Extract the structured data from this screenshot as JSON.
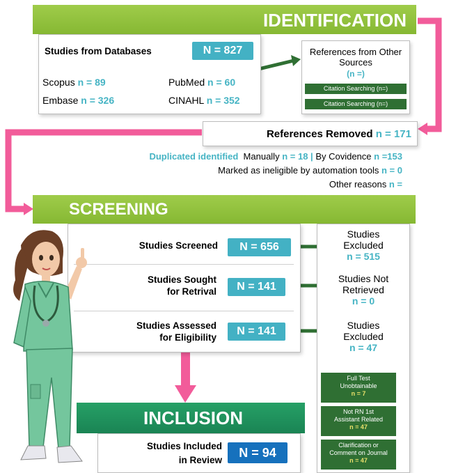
{
  "identification": {
    "title": "IDENTIFICATION",
    "databases": {
      "label": "Studies from Databases",
      "n": "N = 827",
      "scopus_label": "Scopus",
      "scopus_n": "n = 89",
      "pubmed_label": "PubMed",
      "pubmed_n": "n = 60",
      "embase_label": "Embase",
      "embase_n": "n = 326",
      "cinahl_label": "CINAHL",
      "cinahl_n": "n = 352"
    },
    "other_sources": {
      "label": "References from Other Sources",
      "n": "(n =)",
      "tag1": "Citation Searching (n=)",
      "tag2": "Citation Searching (n=)"
    },
    "removed": {
      "label": "References Removed",
      "n": "n = 171"
    },
    "duplicates": {
      "label": "Duplicated identified",
      "manually": "Manually",
      "manually_n": "n = 18",
      "sep": "|",
      "covidence": "By Covidence",
      "covidence_n": "n =153",
      "automation": "Marked as ineligible by automation tools",
      "automation_n": "n = 0",
      "other": "Other reasons",
      "other_n": "n ="
    }
  },
  "screening": {
    "title": "SCREENING",
    "screened": {
      "label": "Studies Screened",
      "n": "N = 656"
    },
    "sought": {
      "label1": "Studies Sought",
      "label2": "for Retrival",
      "n": "N = 141"
    },
    "assessed": {
      "label1": "Studies Assessed",
      "label2": "for Eligibility",
      "n": "N = 141"
    },
    "excluded1": {
      "l1": "Studies",
      "l2": "Excluded",
      "n": "n = 515"
    },
    "not_retrieved": {
      "l1": "Studies Not",
      "l2": "Retrieved",
      "n": "n = 0"
    },
    "excluded2": {
      "l1": "Studies",
      "l2": "Excluded",
      "n": "n = 47"
    },
    "reasons": [
      {
        "l1": "Full Test",
        "l2": "Unobtainable",
        "n": "n = 7"
      },
      {
        "l1": "Not RN 1st",
        "l2": "Assistant Related",
        "n": "n = 47"
      },
      {
        "l1": "Clarification or",
        "l2": "Comment on Journal",
        "n": "n = 47"
      }
    ]
  },
  "inclusion": {
    "title": "INCLUSION",
    "label1": "Studies Included",
    "label2": "in Review",
    "n": "N = 94"
  },
  "colors": {
    "pink": "#f25c9a",
    "green_banner": "#8cc63f",
    "dark_green": "#2f6f33",
    "teal": "#43b1c4",
    "blue": "#1671bd",
    "inclusion_green": "#1f8f5a"
  }
}
